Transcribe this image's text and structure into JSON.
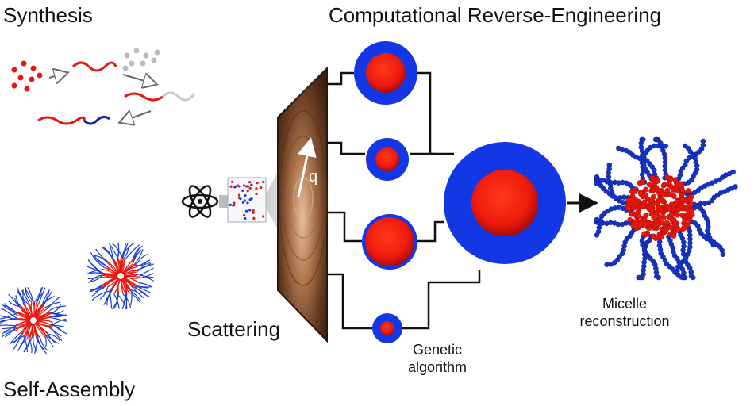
{
  "labels": {
    "synthesis": "Synthesis",
    "computational": "Computational Reverse-Engineering",
    "scattering": "Scattering",
    "self_assembly": "Self-Assembly",
    "q": "q",
    "micelle_line1": "Micelle",
    "micelle_line2": "reconstruction",
    "genetic_line1": "Genetic",
    "genetic_line2": "algorithm"
  },
  "colors": {
    "core_red": "#e8170d",
    "shell_blue": "#1437e6",
    "line_black": "#111111",
    "detector_brown": "#5a3420"
  },
  "icons": [
    "atom-icon",
    "arrow-icon"
  ]
}
